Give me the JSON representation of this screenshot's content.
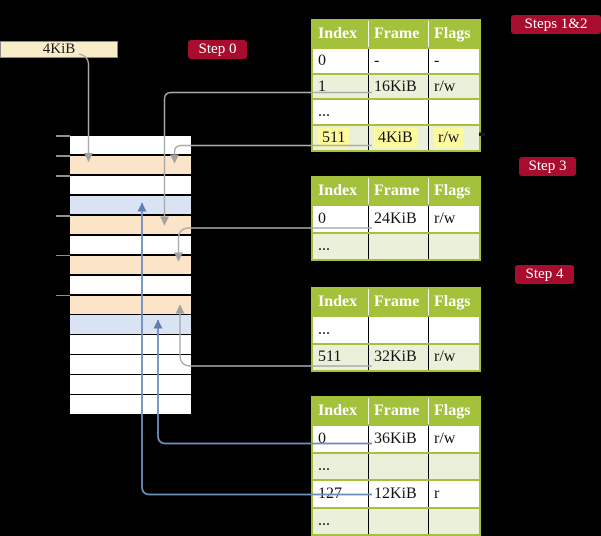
{
  "pointer_box": {
    "label": "4KiB"
  },
  "steps": {
    "step0": "Step 0",
    "steps12": "Steps 1&2",
    "step3": "Step 3",
    "step4": "Step 4"
  },
  "memory": {
    "rows": [
      {
        "fill": "white"
      },
      {
        "fill": "peach"
      },
      {
        "fill": "white"
      },
      {
        "fill": "blue"
      },
      {
        "fill": "peach"
      },
      {
        "fill": "white"
      },
      {
        "fill": "peach"
      },
      {
        "fill": "white"
      },
      {
        "fill": "peach"
      },
      {
        "fill": "blue"
      },
      {
        "fill": "white"
      },
      {
        "fill": "white"
      },
      {
        "fill": "white"
      },
      {
        "fill": "white"
      }
    ]
  },
  "tables": [
    {
      "headers": [
        "Index",
        "Frame",
        "Flags"
      ],
      "rows": [
        {
          "cells": [
            "0",
            "-",
            "-"
          ]
        },
        {
          "cells": [
            "1",
            "16KiB",
            "r/w"
          ]
        },
        {
          "cells": [
            "...",
            "",
            ""
          ]
        },
        {
          "cells": [
            "511",
            "4KiB",
            "r/w"
          ]
        }
      ]
    },
    {
      "headers": [
        "Index",
        "Frame",
        "Flags"
      ],
      "rows": [
        {
          "cells": [
            "0",
            "24KiB",
            "r/w"
          ]
        },
        {
          "cells": [
            "...",
            "",
            ""
          ]
        }
      ]
    },
    {
      "headers": [
        "Index",
        "Frame",
        "Flags"
      ],
      "rows": [
        {
          "cells": [
            "...",
            "",
            ""
          ]
        },
        {
          "cells": [
            "511",
            "32KiB",
            "r/w"
          ]
        }
      ]
    },
    {
      "headers": [
        "Index",
        "Frame",
        "Flags"
      ],
      "rows": [
        {
          "cells": [
            "0",
            "36KiB",
            "r/w"
          ]
        },
        {
          "cells": [
            "...",
            "",
            ""
          ]
        },
        {
          "cells": [
            "127",
            "12KiB",
            "r"
          ]
        },
        {
          "cells": [
            "...",
            "",
            ""
          ]
        }
      ]
    }
  ],
  "colors": {
    "red": "#A90D2E",
    "green": "#A3C13A",
    "lightgreen": "#EAF0D9",
    "peach": "#FCE4C8",
    "lightblue": "#D9E3F3",
    "wheat": "#F9ECC9",
    "yellow": "#FDFA9E",
    "grayline": "#ABABAB",
    "blueline": "#6C8EBD"
  }
}
